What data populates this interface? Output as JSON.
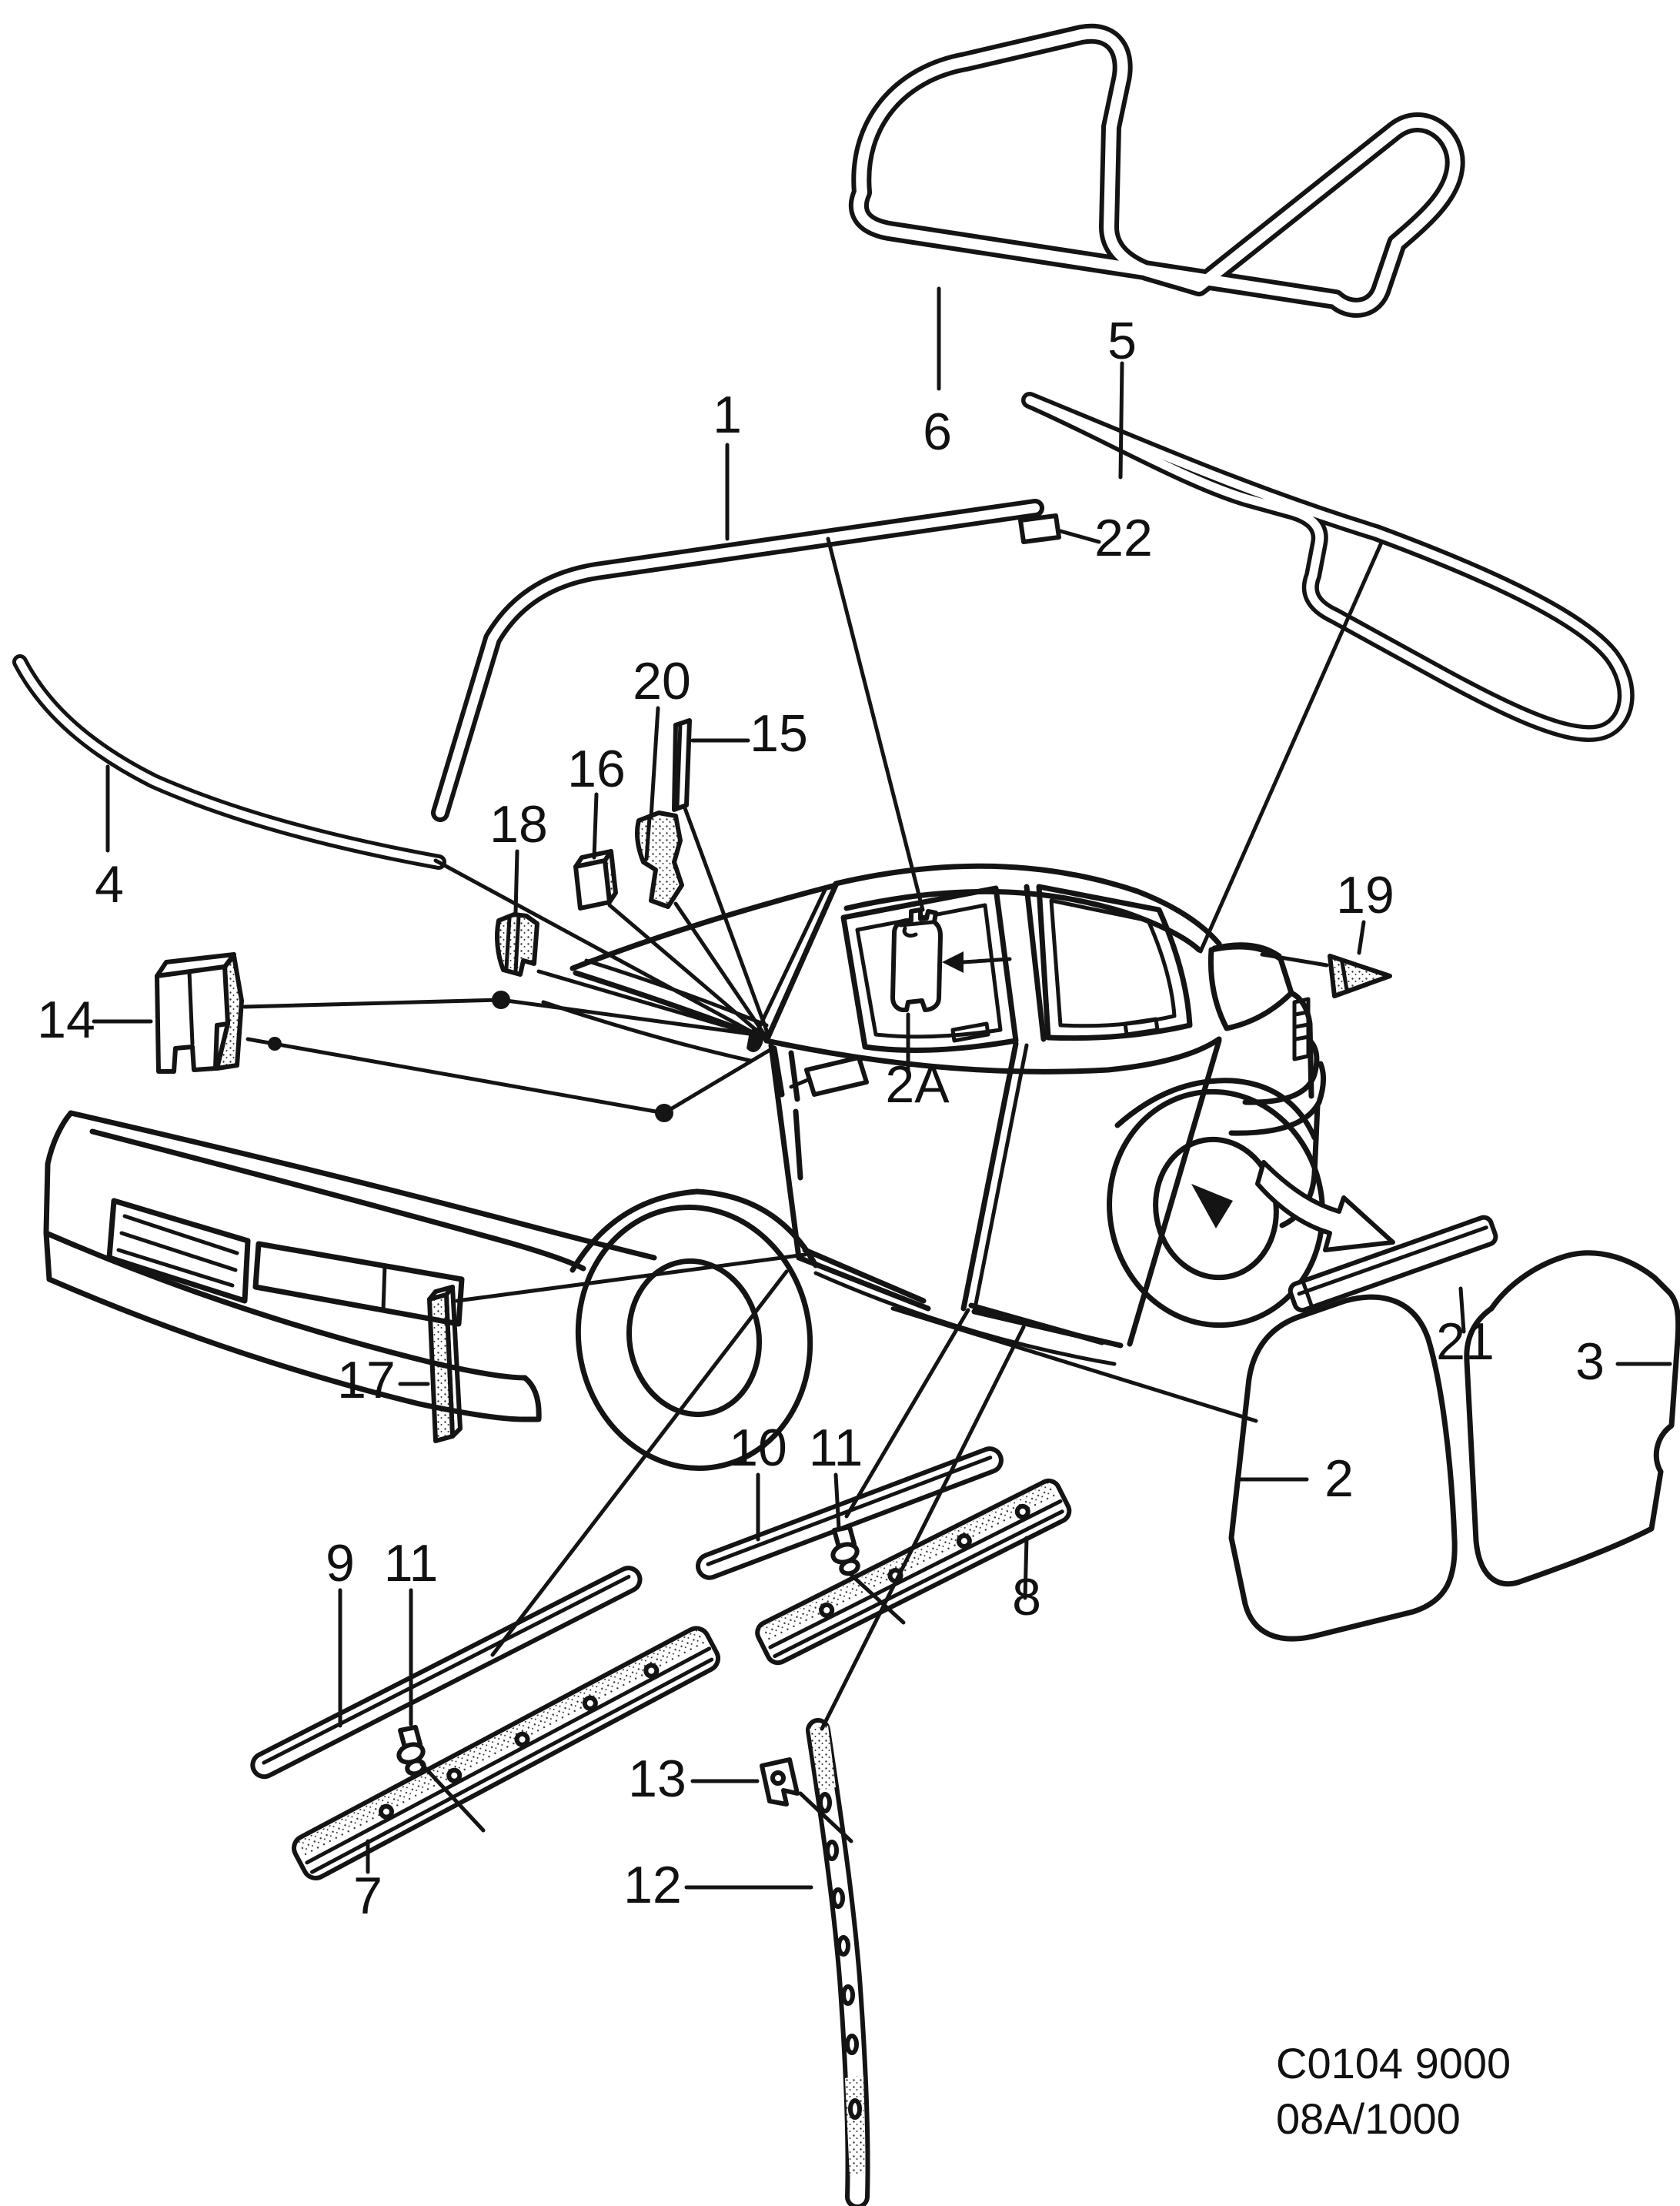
{
  "labels": {
    "p1": "1",
    "p2": "2",
    "p2a": "2A",
    "p3": "3",
    "p4": "4",
    "p5": "5",
    "p6": "6",
    "p7": "7",
    "p8": "8",
    "p9": "9",
    "p10": "10",
    "p11a": "11",
    "p11b": "11",
    "p12": "12",
    "p13": "13",
    "p14": "14",
    "p15": "15",
    "p16": "16",
    "p17": "17",
    "p18": "18",
    "p19": "19",
    "p20": "20",
    "p21": "21",
    "p22": "22"
  },
  "footer": {
    "line1": "C0104 9000",
    "line2": "08A/1000"
  },
  "colors": {
    "ink": "#141414",
    "paper": "#ffffff"
  }
}
